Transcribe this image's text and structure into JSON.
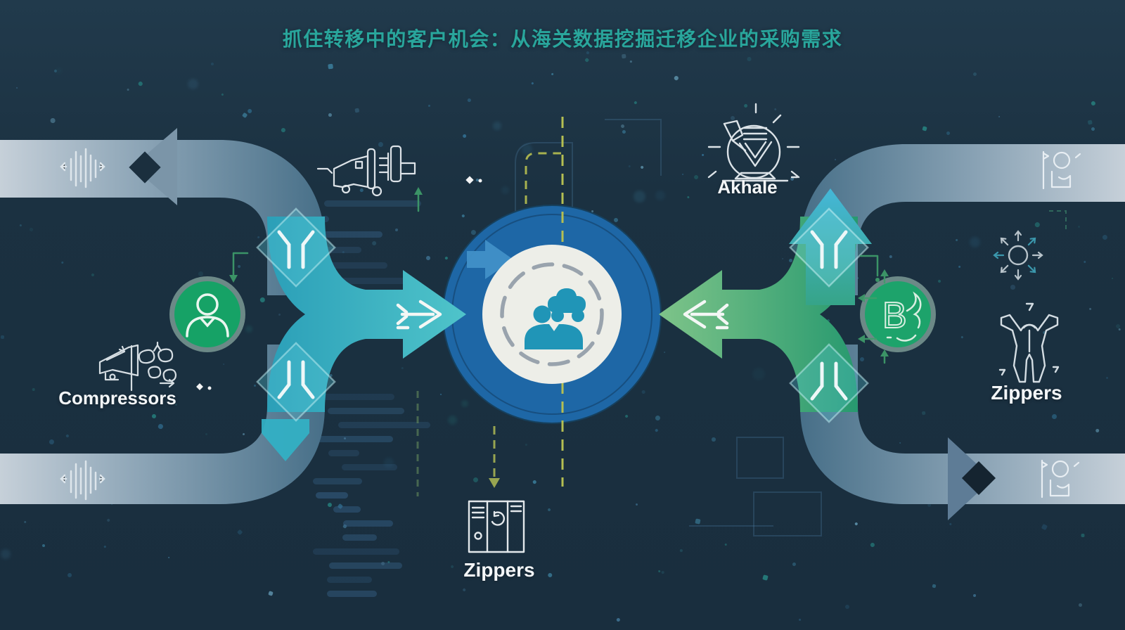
{
  "title": "抓住转移中的客户机会：从海关数据挖掘迁移企业的采购需求",
  "labels": {
    "compressors": "Compressors",
    "akhale": "Akhale",
    "zippers_right": "Zippers",
    "zippers_bottom": "Zippers",
    "b_letter": "B"
  },
  "icons": {
    "center": "person-with-car-icon",
    "left_circle": "person-icon",
    "right_circle": "letter-b-icon",
    "left_flow": "right-arrow-flow",
    "right_flow": "left-arrow-flow",
    "top_left_band": "vertical-bars-icon",
    "bottom_left_band": "vertical-bars-icon",
    "top_right_band": "person-form-icon",
    "bottom_right_band": "person-form-icon",
    "above_compressors": "compressor-machine-icon",
    "above_akhale": "crystal-ball-funnel-icon",
    "above_zippers_right": "zipper-suit-icon",
    "above_zippers_bottom": "lockers-icon",
    "top_center": "truck-machine-icon",
    "right_radiating": "radiating-arrows-icon"
  },
  "colors": {
    "background": "#1c3242",
    "title": "#2aa79e",
    "teal_flow": "#38b3c0",
    "green_flow": "#55ae7c",
    "center_blue": "#1e67a6",
    "center_white": "#edeee8",
    "green_circle": "#17a267",
    "band_grey_light": "#c6d0d9",
    "band_grey_dark": "#476f88",
    "olive_dash": "#a7b14f"
  }
}
